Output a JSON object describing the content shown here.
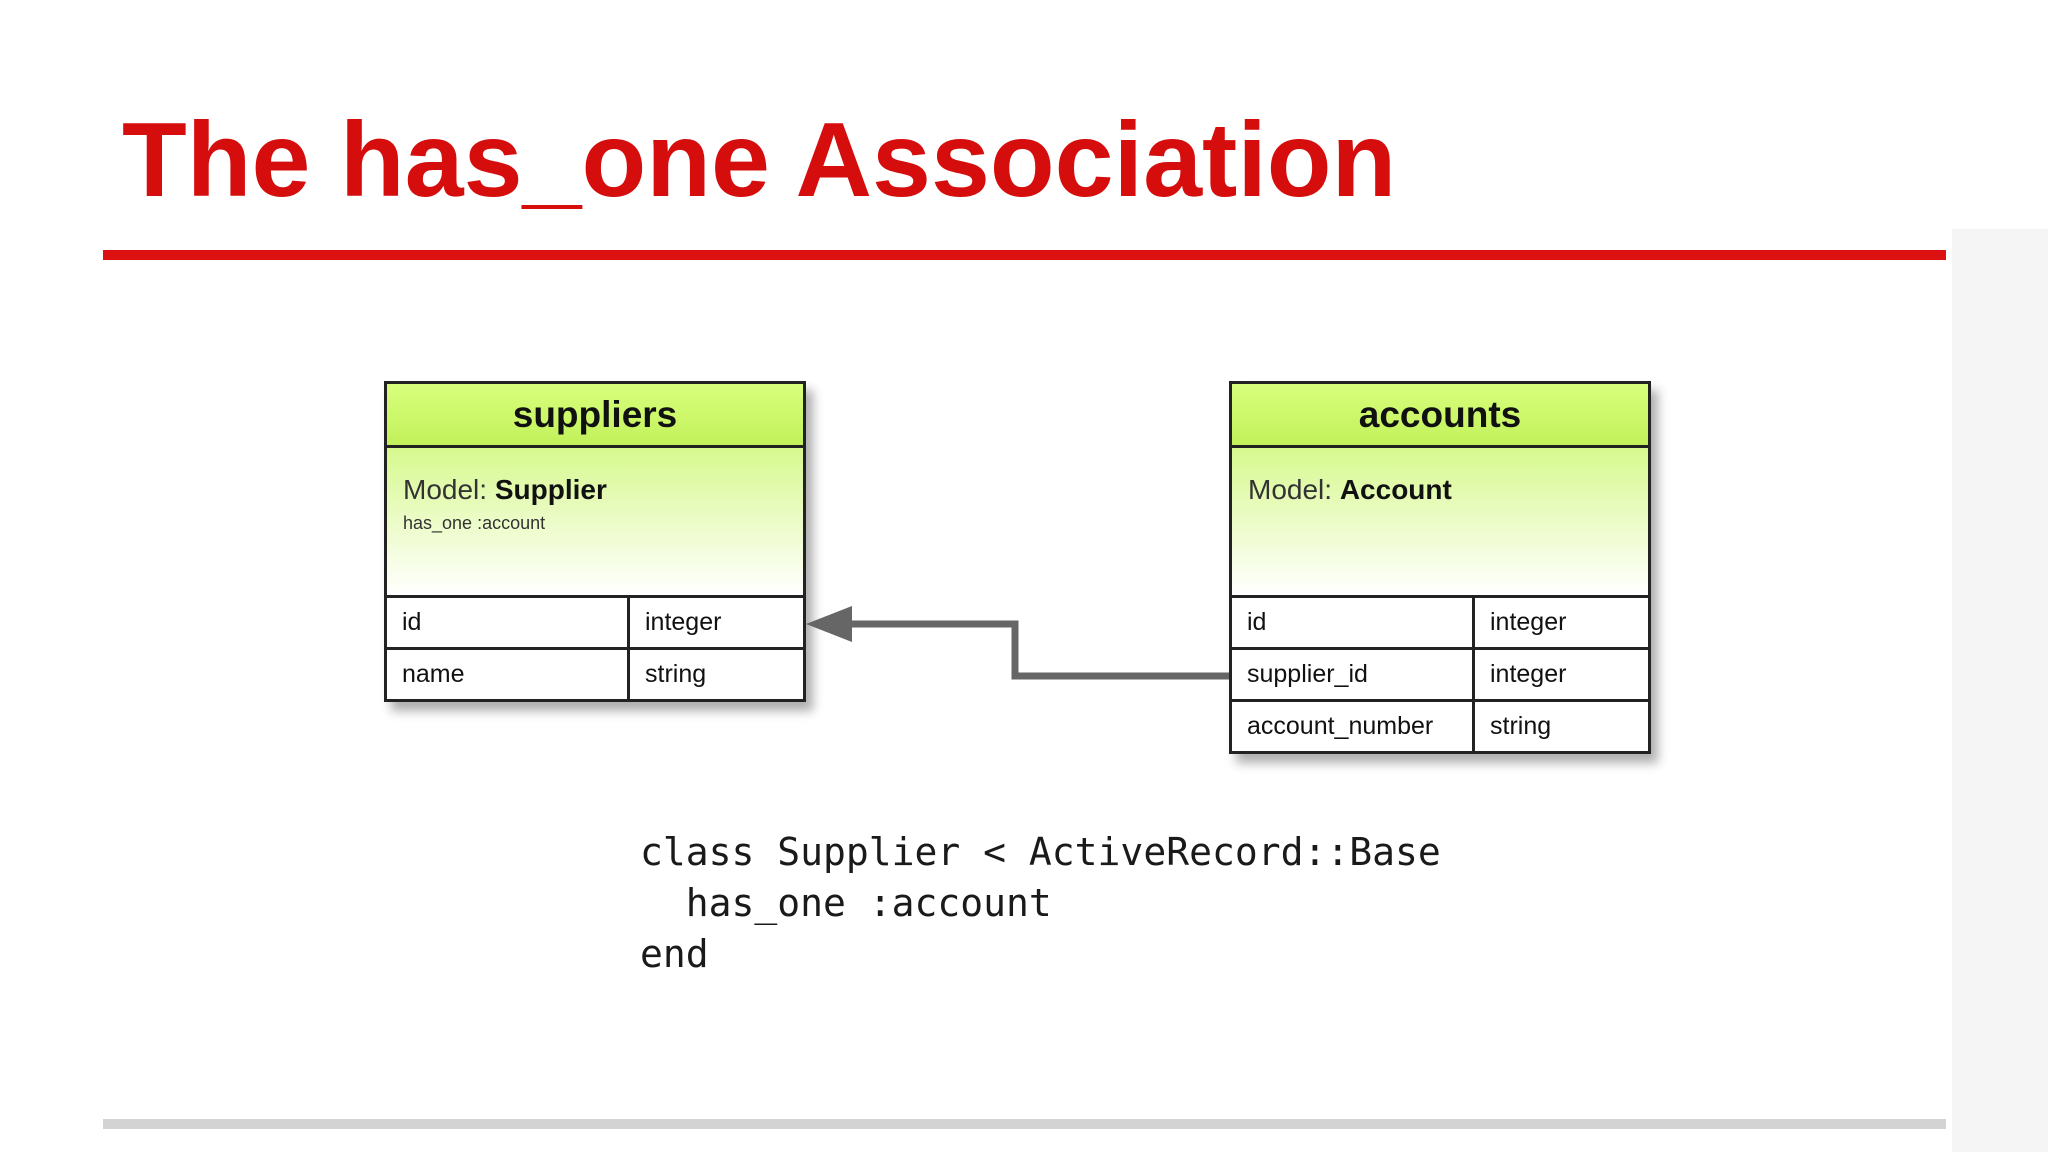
{
  "slide": {
    "title": "The has_one Association"
  },
  "diagram": {
    "tables": [
      {
        "name": "suppliers",
        "model_prefix": "Model: ",
        "model_name": "Supplier",
        "association": "has_one :account",
        "columns": [
          {
            "name": "id",
            "type": "integer"
          },
          {
            "name": "name",
            "type": "string"
          }
        ]
      },
      {
        "name": "accounts",
        "model_prefix": "Model: ",
        "model_name": "Account",
        "association": "",
        "columns": [
          {
            "name": "id",
            "type": "integer"
          },
          {
            "name": "supplier_id",
            "type": "integer"
          },
          {
            "name": "account_number",
            "type": "string"
          }
        ]
      }
    ],
    "relationship": {
      "from": "accounts.supplier_id",
      "to": "suppliers.id"
    }
  },
  "code": {
    "lines": [
      "class Supplier < ActiveRecord::Base",
      "  has_one :account",
      "end"
    ]
  },
  "colors": {
    "title": "#d60d0d",
    "title_rule": "#dc1212",
    "bottom_rule": "#d3d3d3",
    "table_header": "#c8f560",
    "connector": "#666666"
  }
}
